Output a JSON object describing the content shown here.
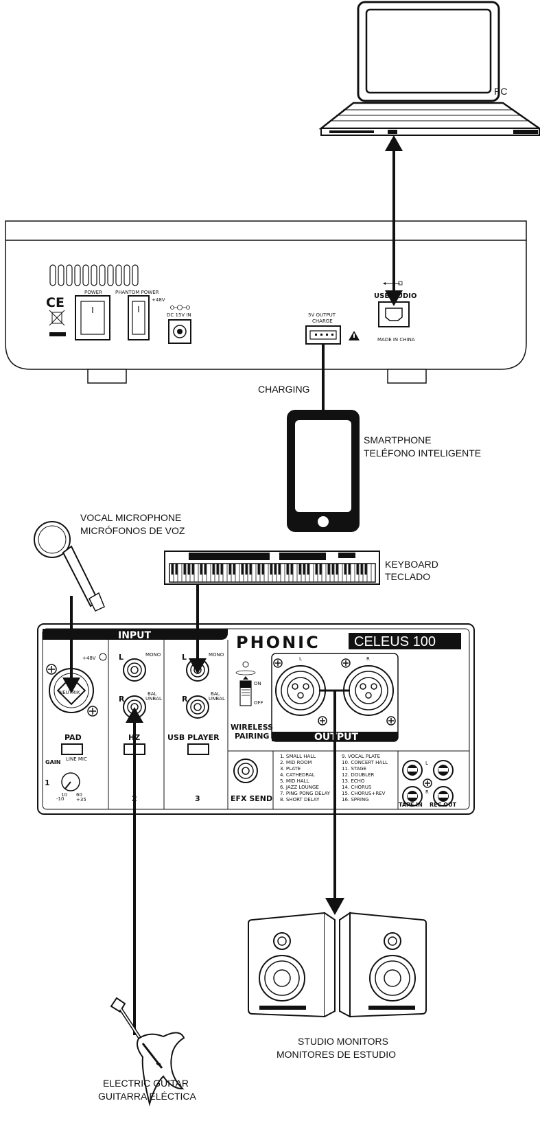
{
  "labels": {
    "pc": "PC",
    "charging": "CHARGING",
    "smartphone_en": "SMARTPHONE",
    "smartphone_es": "TELÉFONO INTELIGENTE",
    "mic_en": "VOCAL MICROPHONE",
    "mic_es": "MICRÓFONOS DE VOZ",
    "keyboard_en": "KEYBOARD",
    "keyboard_es": "TECLADO",
    "monitors_en": "STUDIO MONITORS",
    "monitors_es": "MONITORES DE ESTUDIO",
    "guitar_en": "ELECTRIC GUITAR",
    "guitar_es": "GUITARRA ELÉCTICA"
  },
  "rear_panel": {
    "power": "POWER",
    "phantom_power": "PHANTOM POWER",
    "plus48v": "+48V",
    "dc_in": "DC 15V IN",
    "usb_output_line1": "5V OUTPUT",
    "usb_output_line2": "CHARGE",
    "usb_audio": "USB AUDIO",
    "made_in": "MADE IN CHINA",
    "ce": "CE"
  },
  "front_panel": {
    "brand": "PHONIC",
    "model": "CELEUS 100",
    "input_header": "INPUT",
    "output_header": "OUTPUT",
    "plus48v": "+48V",
    "neutrik": "NEUTRIK",
    "pad": "PAD",
    "gain": "GAIN",
    "line_mic": "LINE MIC",
    "ch1": "1",
    "ch2": "2",
    "ch3": "3",
    "gain_min": "-10",
    "gain_mid": "10",
    "gain_max": "60",
    "gain_plus": "+35",
    "left": "L",
    "right": "R",
    "mono": "MONO",
    "bal": "BAL",
    "unbal": "UNBAL",
    "hz": "HZ",
    "usb_player": "USB PLAYER",
    "wireless_1": "WIRELESS",
    "wireless_2": "PAIRING",
    "on": "ON",
    "off": "OFF",
    "efx_send": "EFX SEND",
    "tape_in": "TAPE IN",
    "rec_out": "REC OUT",
    "effects_col1": [
      "1. SMALL HALL",
      "2. MID ROOM",
      "3. PLATE",
      "4. CATHEDRAL",
      "5. MID HALL",
      "6. JAZZ LOUNGE",
      "7. PING PONG DELAY",
      "8. SHORT DELAY"
    ],
    "effects_col2": [
      "9. VOCAL PLATE",
      "10. CONCERT HALL",
      "11. STAGE",
      "12. DOUBLER",
      "13. ECHO",
      "14. CHORUS",
      "15. CHORUS+REV",
      "16. SPRING"
    ]
  }
}
